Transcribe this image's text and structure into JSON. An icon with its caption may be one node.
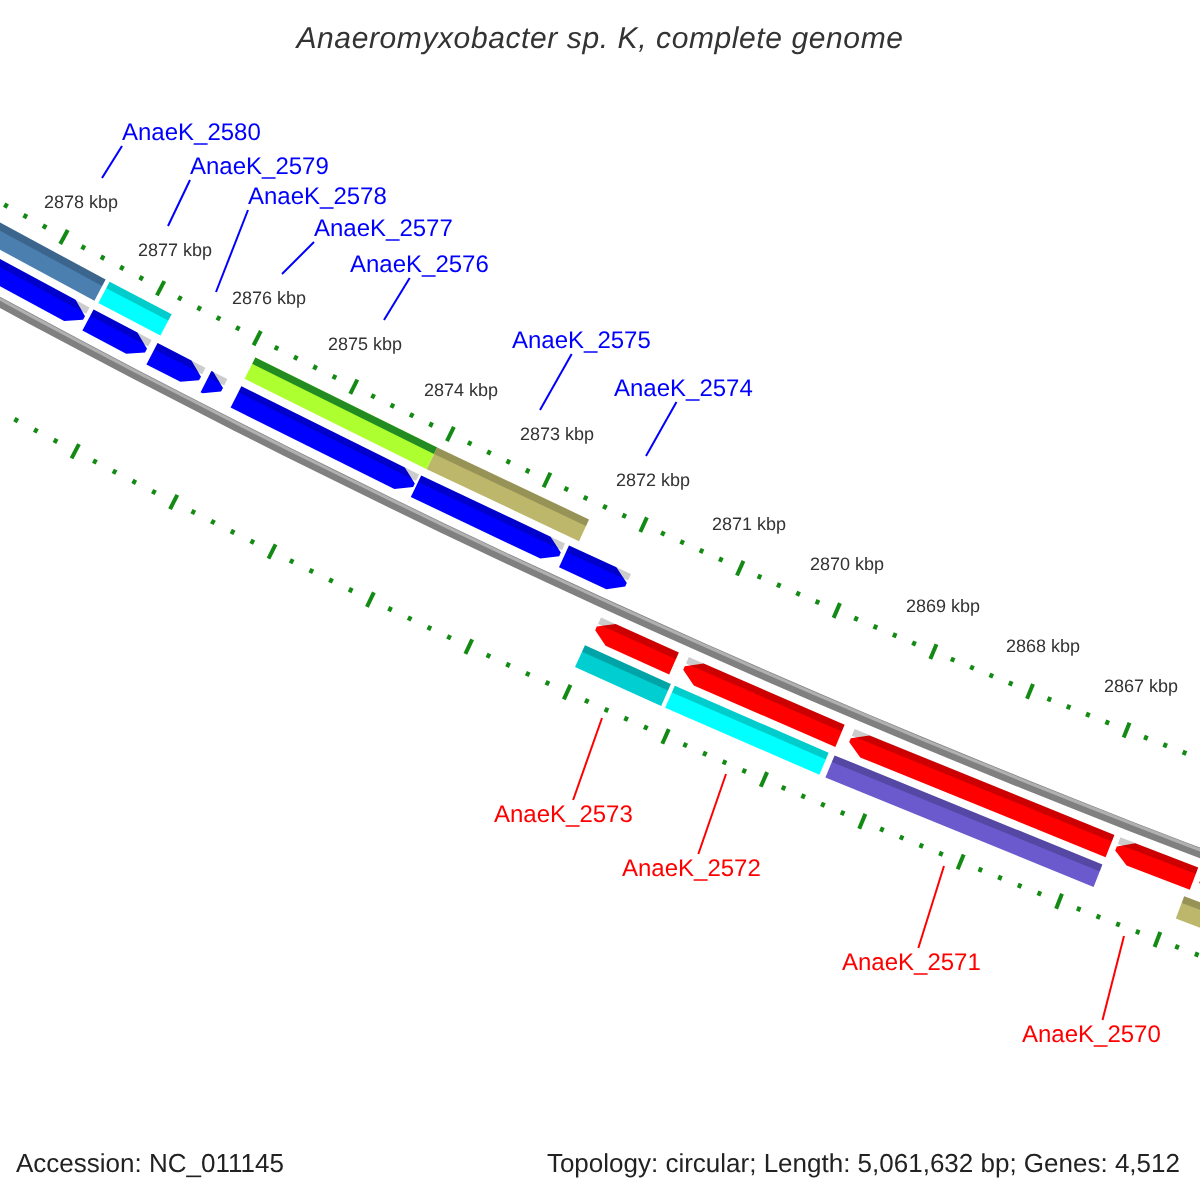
{
  "diagram": {
    "title": "Anaeromyxobacter sp. K, complete genome",
    "nodes": [
      {
        "text": [
          "AnaeK_2580"
        ]
      },
      {
        "text": [
          "AnaeK_2579"
        ]
      },
      {
        "text": [
          "AnaeK_2578"
        ]
      },
      {
        "text": [
          "AnaeK_2577"
        ]
      },
      {
        "text": [
          "AnaeK_2576"
        ]
      },
      {
        "text": [
          "AnaeK_2575"
        ]
      },
      {
        "text": [
          "AnaeK_2574"
        ]
      },
      {
        "text": [
          "AnaeK_2573"
        ]
      },
      {
        "text": [
          "AnaeK_2572"
        ]
      },
      {
        "text": [
          "AnaeK_2571"
        ]
      },
      {
        "text": [
          "AnaeK_2570"
        ]
      }
    ],
    "edges": [
      {
        "from": 0,
        "to": null,
        "arrow": "none"
      },
      {
        "from": 1,
        "to": null,
        "arrow": "none"
      },
      {
        "from": 2,
        "to": null,
        "arrow": "none"
      },
      {
        "from": 3,
        "to": null,
        "arrow": "none"
      },
      {
        "from": 4,
        "to": null,
        "arrow": "none"
      },
      {
        "from": 5,
        "to": null,
        "arrow": "none"
      },
      {
        "from": 6,
        "to": null,
        "arrow": "none"
      },
      {
        "from": 7,
        "to": null,
        "arrow": "none",
        "color": "#ff0000"
      },
      {
        "from": 8,
        "to": null,
        "arrow": "none",
        "color": "#ff0000"
      },
      {
        "from": 9,
        "to": null,
        "arrow": "none",
        "color": "#ff0000"
      },
      {
        "from": 10,
        "to": null,
        "arrow": "none",
        "color": "#ff0000"
      }
    ],
    "labels": [
      "2878 kbp",
      "2877 kbp",
      "2876 kbp",
      "2875 kbp",
      "2874 kbp",
      "2873 kbp",
      "2872 kbp",
      "2871 kbp",
      "2870 kbp",
      "2869 kbp",
      "2868 kbp",
      "2867 kbp",
      "Accession: NC_011145",
      "Topology: circular; Length: 5,061,632 bp; Genes: 4,512"
    ]
  }
}
